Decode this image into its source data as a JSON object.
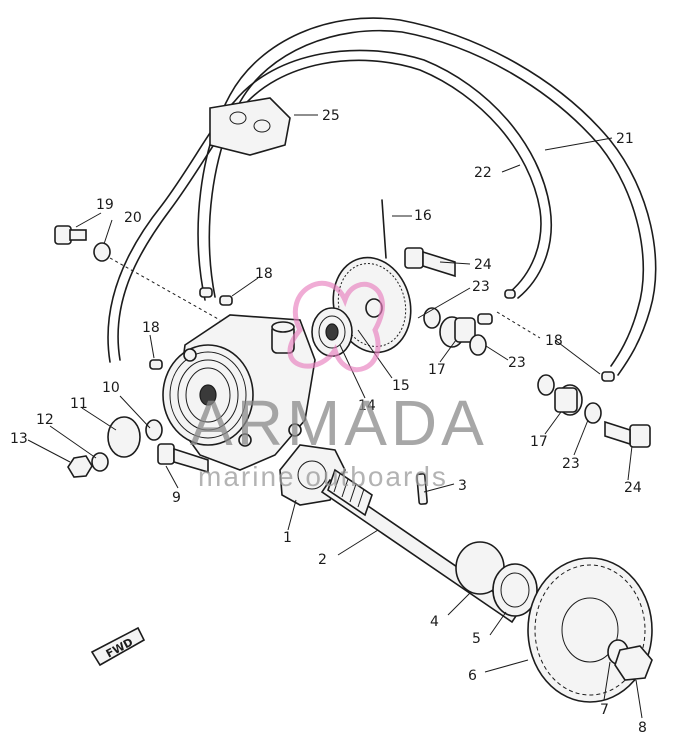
{
  "diagram": {
    "callouts": {
      "c1": "1",
      "c2": "2",
      "c3": "3",
      "c4": "4",
      "c5": "5",
      "c6": "6",
      "c7": "7",
      "c8": "8",
      "c9": "9",
      "c10": "10",
      "c11": "11",
      "c12": "12",
      "c13": "13",
      "c14": "14",
      "c15": "15",
      "c16": "16",
      "c17a": "17",
      "c17b": "17",
      "c18a": "18",
      "c18b": "18",
      "c18c": "18",
      "c19": "19",
      "c20": "20",
      "c21": "21",
      "c22": "22",
      "c23a": "23",
      "c23b": "23",
      "c23c": "23",
      "c24a": "24",
      "c24b": "24",
      "c25": "25"
    },
    "fwd_label": "FWD"
  },
  "watermark": {
    "brand": "ARMADA",
    "tagline": "marine outboards",
    "accent_color": "#e87fbf"
  }
}
